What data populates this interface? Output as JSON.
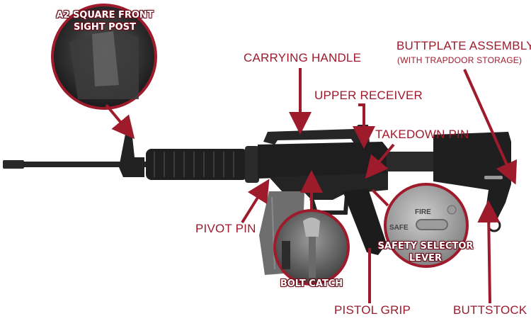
{
  "colors": {
    "accent": "#9e1b2c",
    "rifle": "#1f1f1f",
    "rifle_light": "#3a3a3a",
    "magazine": "#6e6e6e"
  },
  "labels": {
    "front_sight_line1": "A2 SQUARE FRONT",
    "front_sight_line2": "SIGHT POST",
    "carrying_handle": "CARRYING HANDLE",
    "buttplate_line1": "BUTTPLATE ASSEMBLY",
    "buttplate_line2": "(WITH TRAPDOOR STORAGE)",
    "upper_receiver": "UPPER RECEIVER",
    "takedown_pin": "TAKEDOWN PIN",
    "pivot_pin": "PIVOT PIN",
    "safety_line1": "SAFETY SELECTOR",
    "safety_line2": "LEVER",
    "bolt_catch": "BOLT CATCH",
    "pistol_grip": "PISTOL GRIP",
    "buttstock": "BUTTSTOCK"
  },
  "inset_markings": {
    "fire": "FIRE",
    "safe": "SAFE"
  }
}
